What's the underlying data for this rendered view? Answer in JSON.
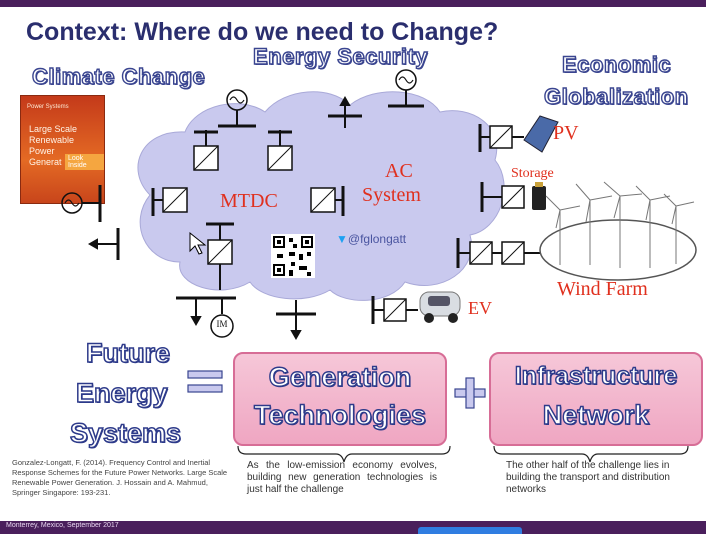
{
  "title": "Context: Where do we need to Change?",
  "drivers": {
    "climate": "Climate Change",
    "energy_security": "Energy Security",
    "economic_line1": "Economic",
    "economic_line2": "Globalization"
  },
  "book_cover": {
    "small_text": "Power Systems",
    "title_lines": [
      "Large Scale",
      "Renewable",
      "Power",
      "Generat"
    ],
    "look_inside": "Look Inside"
  },
  "labels": {
    "mtdc": "MTDC",
    "ac_line1": "AC",
    "ac_line2": "System",
    "pv": "PV",
    "storage": "Storage",
    "ev": "EV",
    "wind_farm": "Wind Farm",
    "im": "IM"
  },
  "twitter": "@fglongatt",
  "equation": {
    "lhs": [
      "Future",
      "Energy",
      "Systems"
    ],
    "equals": "=",
    "plus": "+",
    "gen_line1": "Generation",
    "gen_line2": "Technologies",
    "infra_line1": "Infrastructure",
    "infra_line2": "Network"
  },
  "gen_desc": "As the low-emission economy evolves, building new generation technologies is just half the challenge",
  "infra_desc": "The other half of the challenge lies in building the transport and distribution networks",
  "reference": "Gonzalez-Longatt, F. (2014). Frequency Control and Inertial Response Schemes for the Future Power Networks. Large Scale Renewable Power Generation. J. Hossain and A. Mahmud, Springer Singapore: 193-231.",
  "footer": "Monterrey, Mexico, September 2017",
  "colors": {
    "title": "#2a2e6e",
    "accent_red": "#e0301e",
    "box_fill": "#f3b7cc",
    "box_border": "#d76d96",
    "cloud": "#c9c9ee",
    "footer": "#4a1f5c"
  }
}
